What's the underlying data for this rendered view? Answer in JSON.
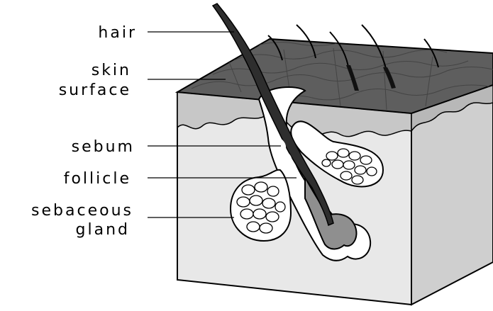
{
  "labels": {
    "hair": "hair",
    "skin_line1": "skin",
    "skin_line2": "surface",
    "sebum": "sebum",
    "follicle": "follicle",
    "gland_line1": "sebaceous",
    "gland_line2": "gland"
  },
  "colors": {
    "skin_top": "#5e5e5e",
    "skin_side": "#e8e8e8",
    "epidermis": "#c7c7c7",
    "hair": "#2e2e2e",
    "bulb": "#8f8f8f",
    "outline": "#000000"
  }
}
